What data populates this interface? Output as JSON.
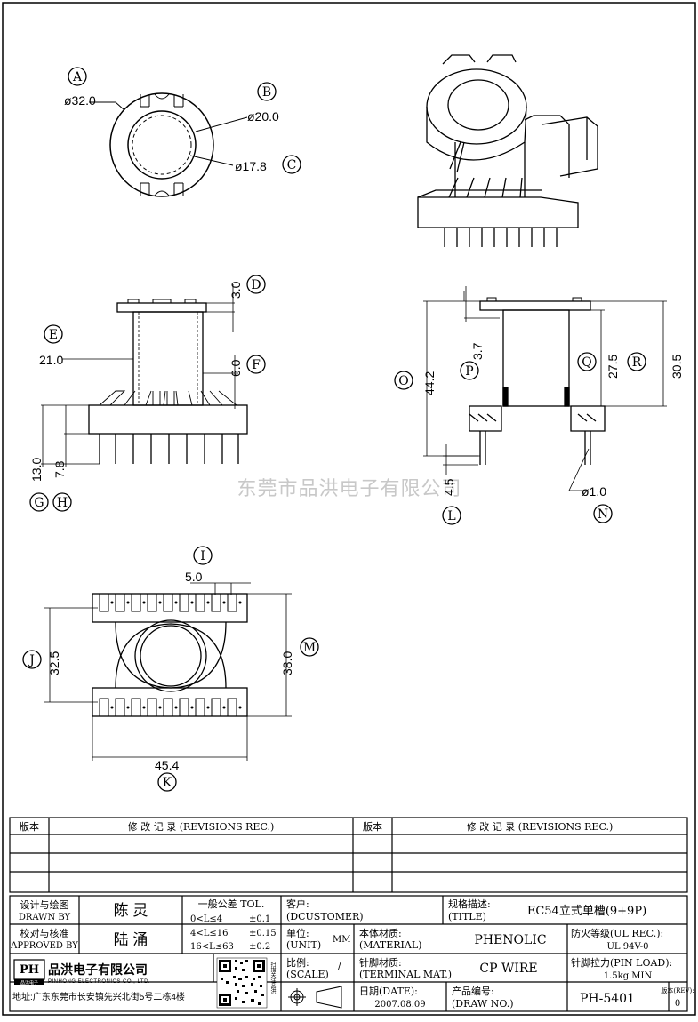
{
  "watermark": "东莞市品洪电子有限公司",
  "callouts": [
    "A",
    "B",
    "C",
    "D",
    "E",
    "F",
    "G",
    "H",
    "I",
    "J",
    "K",
    "L",
    "M",
    "N",
    "O",
    "P",
    "Q",
    "R"
  ],
  "dims": {
    "a": "ø32.0",
    "b": "ø20.0",
    "c": "ø17.8",
    "d": "3.0",
    "e": "21.0",
    "f": "6.0",
    "g": "13.0",
    "h": "7.8",
    "i": "5.0",
    "j": "32.5",
    "k": "45.4",
    "l": "4.5",
    "m": "38.0",
    "n": "ø1.0",
    "o": "44.2",
    "p": "3.7",
    "q": "27.5",
    "r": "30.5"
  },
  "revisions": {
    "col_version": "版本",
    "col_record": "修 改 记 录 (REVISIONS REC.)"
  },
  "title_block": {
    "drawn_by_label_cn": "设计与绘图",
    "drawn_by_label_en": "DRAWN BY",
    "drawn_by": "陈 灵",
    "approved_label_cn": "校对与核准",
    "approved_label_en": "APPROVED BY",
    "approved_by": "陆 涌",
    "tol_title": "一般公差 TOL.",
    "tol_rows": [
      {
        "range": "0<L≤4",
        "value": "±0.1"
      },
      {
        "range": "4<L≤16",
        "value": "±0.15"
      },
      {
        "range": "16<L≤63",
        "value": "±0.2"
      }
    ],
    "customer_label": "客户:",
    "customer_label_en": "(DCUSTOMER)",
    "unit_label": "单位:",
    "unit_label_en": "(UNIT)",
    "unit": "MM",
    "scale_label": "比例:",
    "scale_label_en": "(SCALE)",
    "scale": "/",
    "title_label": "规格描述:",
    "title_label_en": "(TITLE)",
    "title": "EC54立式单槽(9+9P)",
    "material_label": "本体材质:",
    "material_label_en": "(MATERIAL)",
    "material": "PHENOLIC",
    "flame_label": "防火等级(UL REC.):",
    "flame": "UL 94V-0",
    "terminal_label": "针脚材质:",
    "terminal_label_en": "(TERMINAL MAT.)",
    "terminal": "CP WIRE",
    "pin_load_label": "针脚拉力(PIN LOAD):",
    "pin_load": "1.5kg MIN",
    "date_label": "日期(DATE):",
    "date": "2007.08.09",
    "draw_no_label": "产品编号:",
    "draw_no_label_en": "(DRAW NO.)",
    "draw_no": "PH-5401",
    "rev_label": "版本(REV):",
    "rev": "0",
    "company_logo": "PH",
    "company_logo_sub": "品洪电子",
    "company_cn": "品洪电子有限公司",
    "company_en": "PINHONG ELECTRONICS CO., LTD.",
    "address": "地址:广东东莞市长安镇先兴北街5号二栋4楼",
    "qr_caption": "扫描关注品洪"
  }
}
